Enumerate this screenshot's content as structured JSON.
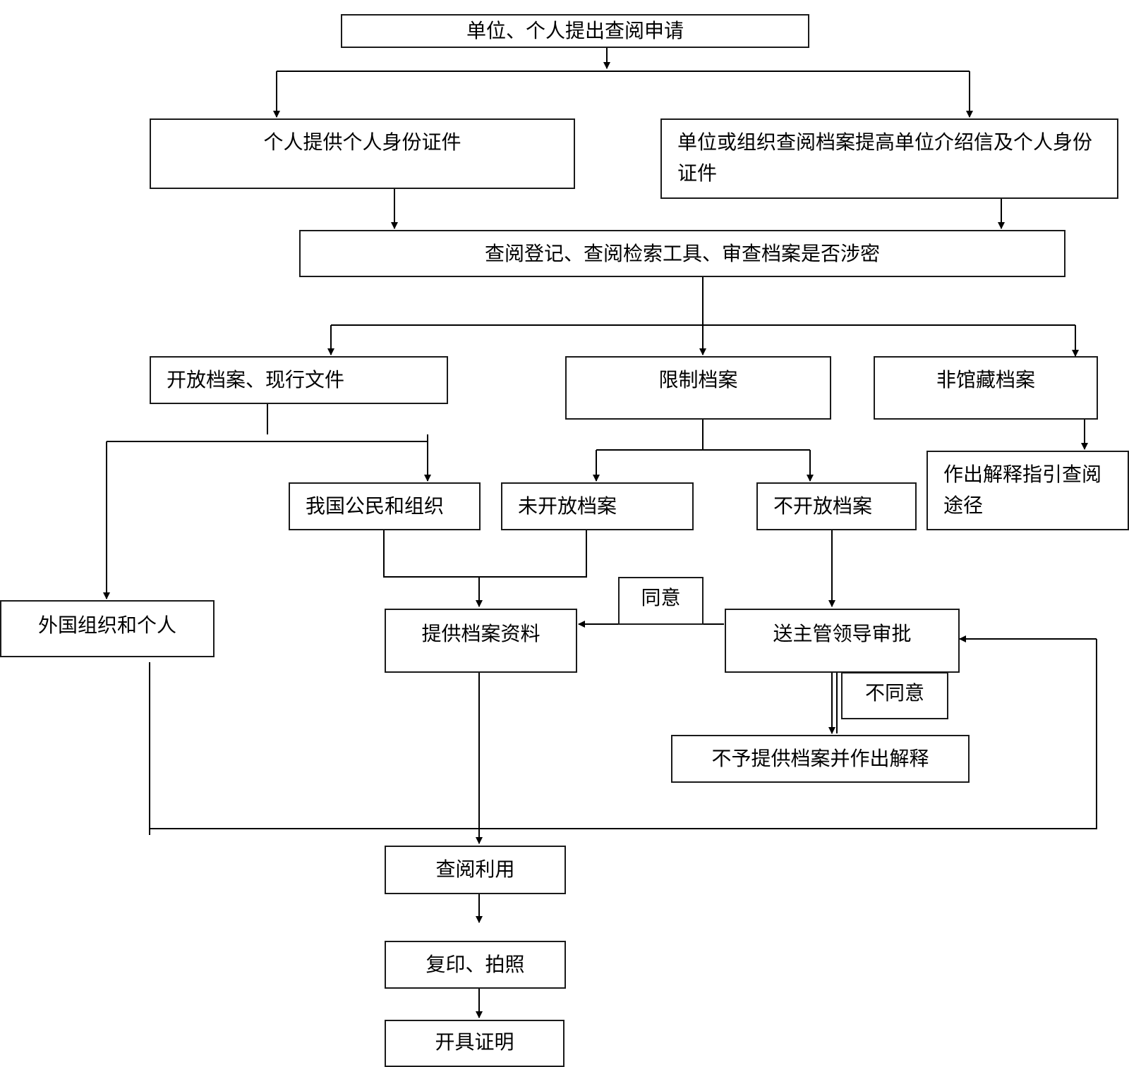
{
  "nodes": {
    "apply": "单位、个人提出查阅申请",
    "personal_id": "个人提供个人身份证件",
    "org_letter": "单位或组织查阅档案提高单位介绍信及个人身份证件",
    "register": "查阅登记、查阅检索工具、审查档案是否涉密",
    "open_files": "开放档案、现行文件",
    "restricted": "限制档案",
    "non_holding": "非馆藏档案",
    "citizens": "我国公民和组织",
    "unopened": "未开放档案",
    "not_open": "不开放档案",
    "explain_guide": "作出解释指引查阅途径",
    "foreign": "外国组织和个人",
    "provide": "提供档案资料",
    "approval": "送主管领导审批",
    "refuse": "不予提供档案并作出解释",
    "use": "查阅利用",
    "copy": "复印、拍照",
    "certificate": "开具证明"
  },
  "labels": {
    "agree": "同意",
    "disagree": "不同意"
  }
}
